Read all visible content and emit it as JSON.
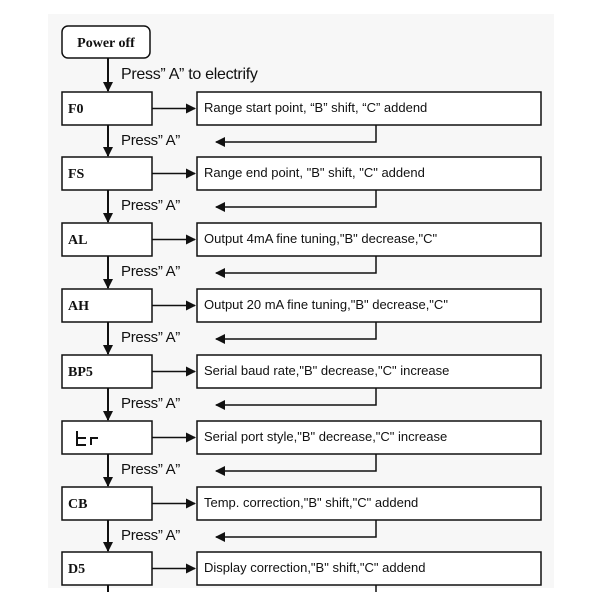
{
  "start": {
    "label": "Power off",
    "transition": "Press” A” to electrify"
  },
  "step_transition": "Press” A”",
  "steps": [
    {
      "code": "F0",
      "description": "Range start point, “B” shift, “C” addend"
    },
    {
      "code": "FS",
      "description": "Range end point, \"B\" shift, \"C\" addend"
    },
    {
      "code": "AL",
      "description": "Output    4mA    fine    tuning,\"B\"    decrease,\"C\""
    },
    {
      "code": "AH",
      "description": "Output   20   mA   fine   tuning,\"B\"   decrease,\"C\""
    },
    {
      "code": "BP5",
      "description": "Serial baud rate,\"B\" decrease,\"C\" increase"
    },
    {
      "code": "tr",
      "segment_display": true,
      "description": "Serial port style,\"B\" decrease,\"C\" increase"
    },
    {
      "code": "CB",
      "description": "Temp. correction,\"B\" shift,\"C\" addend"
    },
    {
      "code": "D5",
      "description": "Display correction,\"B\" shift,\"C\" addend"
    }
  ],
  "colors": {
    "line": "#111111",
    "box_fill": "#ffffff",
    "background": "#f7f7f7"
  }
}
